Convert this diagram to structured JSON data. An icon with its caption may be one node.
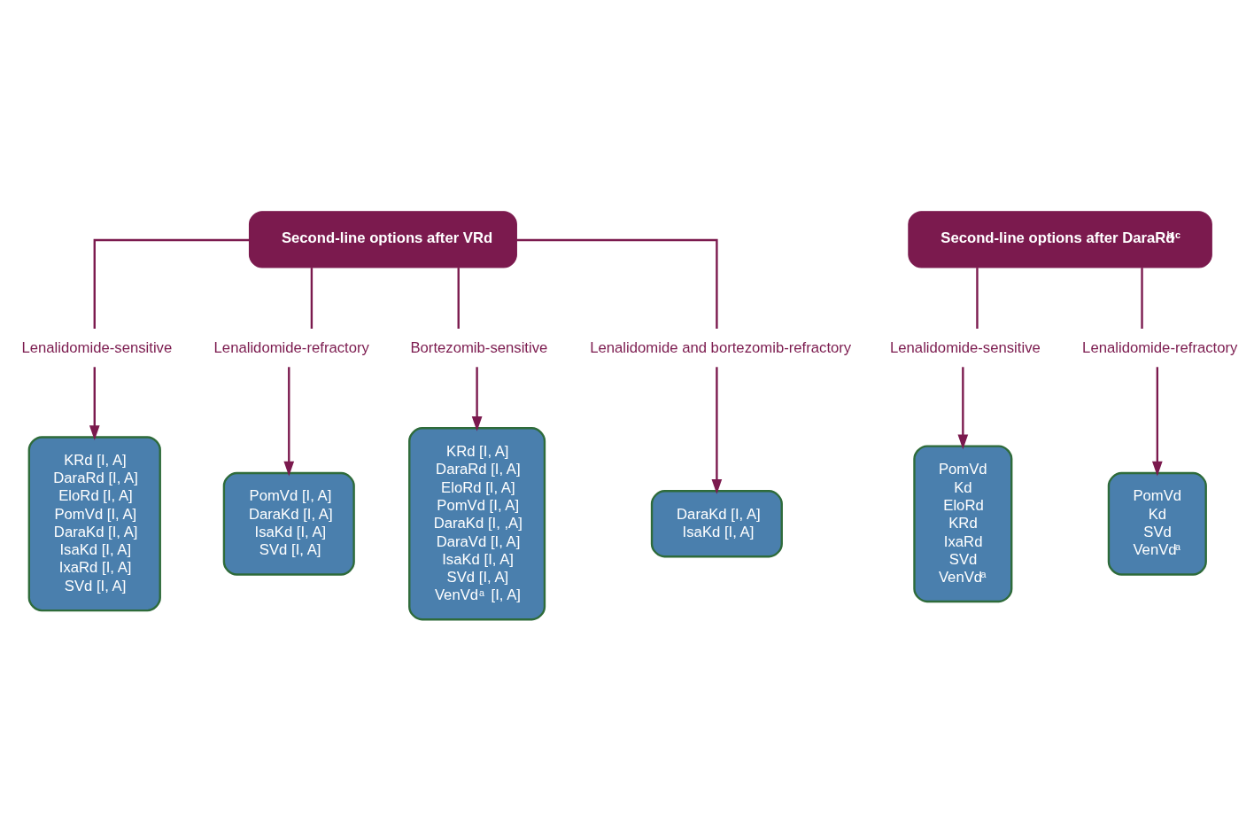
{
  "diagram": {
    "nodes": [
      {
        "text": [
          "Second-line options after VRd"
        ]
      },
      {
        "text": [
          "Second-line options after DaraRd$^{b,c}$"
        ]
      },
      {
        "text": [
          "Lenalidomide-sensitive"
        ]
      },
      {
        "text": [
          "Lenalidomide-refractory"
        ]
      },
      {
        "text": [
          "Bortezomib-sensitive"
        ]
      },
      {
        "text": [
          "Lenalidomide and bortezomib-refractory"
        ]
      },
      {
        "text": [
          "Lenalidomide-sensitive"
        ]
      },
      {
        "text": [
          "Lenalidomide-refractory"
        ]
      },
      {
        "text": [
          "KRd [I, A]",
          "DaraRd [I, A]",
          "EloRd [I, A]",
          "PomVd [I, A]",
          "DaraKd [I, A]",
          "IsaKd [I, A]",
          "IxaRd [I, A]",
          "SVd [I, A]"
        ]
      },
      {
        "text": [
          "PomVd [I, A]",
          "DaraKd [I, A]",
          "IsaKd [I, A]",
          "SVd [I, A]"
        ]
      },
      {
        "text": [
          "KRd [I, A]",
          "DaraRd [I, A]",
          "EloRd [I, A]",
          "PomVd [I, A]",
          "DaraKd [I, ,A]",
          "DaraVd [I, A]",
          "IsaKd [I, A]",
          "SVd [I, A]",
          "VenVd$^{a}$ [I, A]"
        ]
      },
      {
        "text": [
          "DaraKd [I, A]",
          "IsaKd [I, A]"
        ]
      },
      {
        "text": [
          "PomVd",
          "Kd",
          "EloRd",
          "KRd",
          "IxaRd",
          "SVd",
          "VenVd$^{a}$"
        ]
      },
      {
        "text": [
          "PomVd",
          "Kd",
          "SVd",
          "VenVd$^{a}$"
        ]
      }
    ],
    "edges": [
      {
        "from": 0,
        "to": 2,
        "arrow": "none"
      },
      {
        "from": 0,
        "to": 3,
        "arrow": "none"
      },
      {
        "from": 0,
        "to": 4,
        "arrow": "none"
      },
      {
        "from": 0,
        "to": 5,
        "arrow": "none"
      },
      {
        "from": 1,
        "to": 6,
        "arrow": "none"
      },
      {
        "from": 1,
        "to": 7,
        "arrow": "none"
      },
      {
        "from": 2,
        "to": 8,
        "arrow": "to"
      },
      {
        "from": 3,
        "to": 9,
        "arrow": "to"
      },
      {
        "from": 4,
        "to": 10,
        "arrow": "to"
      },
      {
        "from": 5,
        "to": 11,
        "arrow": "to"
      },
      {
        "from": 6,
        "to": 12,
        "arrow": "to"
      },
      {
        "from": 7,
        "to": 13,
        "arrow": "to"
      }
    ]
  }
}
